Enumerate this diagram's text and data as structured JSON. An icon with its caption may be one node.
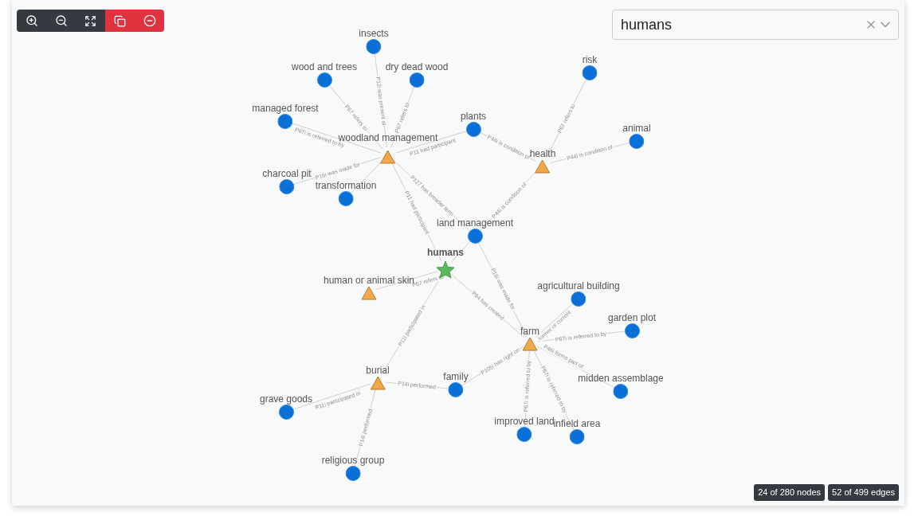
{
  "diagram": {
    "nodes": [
      {
        "text": [
          "insects"
        ]
      },
      {
        "text": [
          "wood and trees"
        ]
      },
      {
        "text": [
          "dry dead wood"
        ]
      },
      {
        "text": [
          "managed forest"
        ]
      },
      {
        "text": [
          "woodland management"
        ]
      },
      {
        "text": [
          "plants"
        ]
      },
      {
        "text": [
          "risk"
        ]
      },
      {
        "text": [
          "animal"
        ]
      },
      {
        "text": [
          "health"
        ]
      },
      {
        "text": [
          "charcoal pit"
        ]
      },
      {
        "text": [
          "transformation"
        ]
      },
      {
        "text": [
          "land management"
        ]
      },
      {
        "text": [
          "humans"
        ]
      },
      {
        "text": [
          "human or animal skin"
        ]
      },
      {
        "text": [
          "agricultural building"
        ]
      },
      {
        "text": [
          "garden plot"
        ]
      },
      {
        "text": [
          "farm"
        ]
      },
      {
        "text": [
          "family"
        ]
      },
      {
        "text": [
          "burial"
        ]
      },
      {
        "text": [
          "midden assemblage"
        ]
      },
      {
        "text": [
          "grave goods"
        ]
      },
      {
        "text": [
          "improved land"
        ]
      },
      {
        "text": [
          "infield area"
        ]
      },
      {
        "text": [
          "religious group"
        ]
      }
    ],
    "edges": [
      {
        "from": 4,
        "to": 0,
        "arrow": "none",
        "label": "P12i was present at"
      },
      {
        "from": 4,
        "to": 1,
        "arrow": "none",
        "label": "P67 refers to"
      },
      {
        "from": 4,
        "to": 2,
        "arrow": "none",
        "label": "P67 refers to"
      },
      {
        "from": 4,
        "to": 3,
        "arrow": "none",
        "label": "P67i is referred to by"
      },
      {
        "from": 4,
        "to": 5,
        "arrow": "none",
        "label": "P11 had participant"
      },
      {
        "from": 4,
        "to": 9,
        "arrow": "none",
        "label": "P16i was made for"
      },
      {
        "from": 4,
        "to": 10,
        "arrow": "none"
      },
      {
        "from": 4,
        "to": 11,
        "arrow": "none",
        "label": "P127 has broader term"
      },
      {
        "from": 4,
        "to": 12,
        "arrow": "none",
        "label": "P11 had participant"
      },
      {
        "from": 8,
        "to": 5,
        "arrow": "none",
        "label": "P44i is condition of"
      },
      {
        "from": 8,
        "to": 6,
        "arrow": "none",
        "label": "P67 refers to"
      },
      {
        "from": 8,
        "to": 7,
        "arrow": "none",
        "label": "P44i is condition of"
      },
      {
        "from": 8,
        "to": 11,
        "arrow": "none",
        "label": "P44i is condition of"
      },
      {
        "from": 12,
        "to": 11,
        "arrow": "none"
      },
      {
        "from": 13,
        "to": 12,
        "arrow": "none",
        "label": "P67 refers to"
      },
      {
        "from": 12,
        "to": 18,
        "arrow": "none",
        "label": "P11i participated in"
      },
      {
        "from": 12,
        "to": 16,
        "arrow": "none",
        "label": "P94 has created"
      },
      {
        "from": 11,
        "to": 16,
        "arrow": "none",
        "label": "P16i was made for"
      },
      {
        "from": 16,
        "to": 14,
        "arrow": "none",
        "label": "former or current"
      },
      {
        "from": 16,
        "to": 15,
        "arrow": "none",
        "label": "P67i is referred to by"
      },
      {
        "from": 16,
        "to": 19,
        "arrow": "none",
        "label": "P46i forms part of"
      },
      {
        "from": 17,
        "to": 16,
        "arrow": "none",
        "label": "P105i has right on"
      },
      {
        "from": 16,
        "to": 21,
        "arrow": "none",
        "label": "P67i is referred to by"
      },
      {
        "from": 16,
        "to": 22,
        "arrow": "none",
        "label": "P67i is referred to by"
      },
      {
        "from": 20,
        "to": 18,
        "arrow": "none",
        "label": "P11i participated in"
      },
      {
        "from": 18,
        "to": 17,
        "arrow": "none",
        "label": "P14i performed"
      },
      {
        "from": 23,
        "to": 18,
        "arrow": "none",
        "label": "P14i performed"
      }
    ],
    "labels": [
      "humans",
      "24 of 280 nodes",
      "52 of 499 edges"
    ]
  }
}
